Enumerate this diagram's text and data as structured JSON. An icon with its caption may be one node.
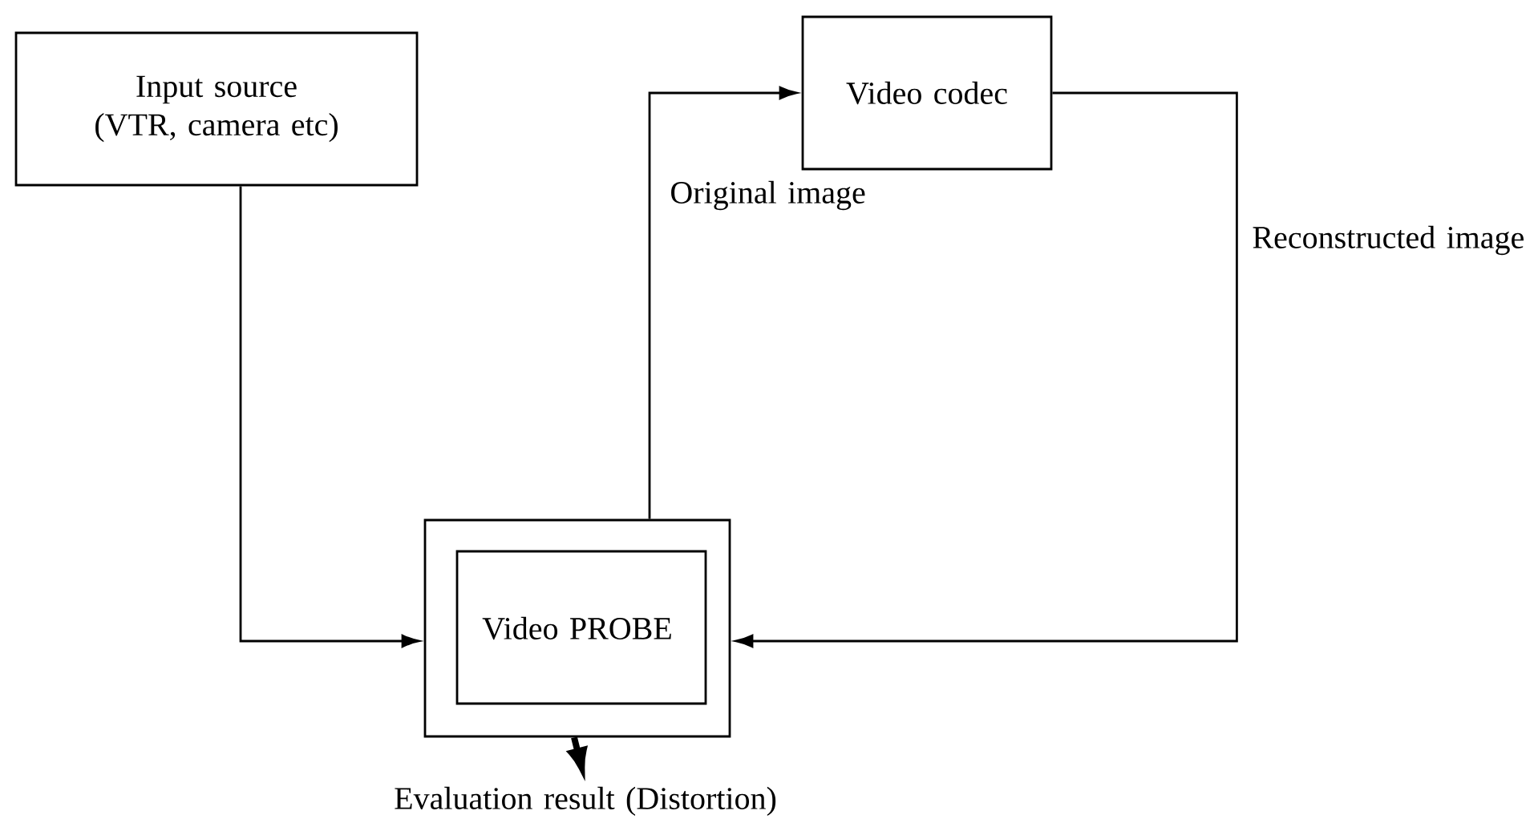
{
  "diagram": {
    "nodes": [
      {
        "text": [
          "Input source (VTR, camera etc)"
        ]
      },
      {
        "text": [
          "Video codec"
        ]
      },
      {
        "text": [
          "Video PROBE"
        ]
      },
      {
        "text": [
          "Evaluation result (Distortion)"
        ]
      }
    ],
    "edges": [
      {
        "from": 0,
        "to": 2,
        "arrow": "to"
      },
      {
        "from": 2,
        "to": 1,
        "arrow": "to",
        "label": "Original image"
      },
      {
        "from": 1,
        "to": 2,
        "arrow": "to",
        "label": "Reconstructed image"
      },
      {
        "from": 2,
        "to": 3,
        "arrow": "to",
        "style": "thick"
      }
    ]
  }
}
